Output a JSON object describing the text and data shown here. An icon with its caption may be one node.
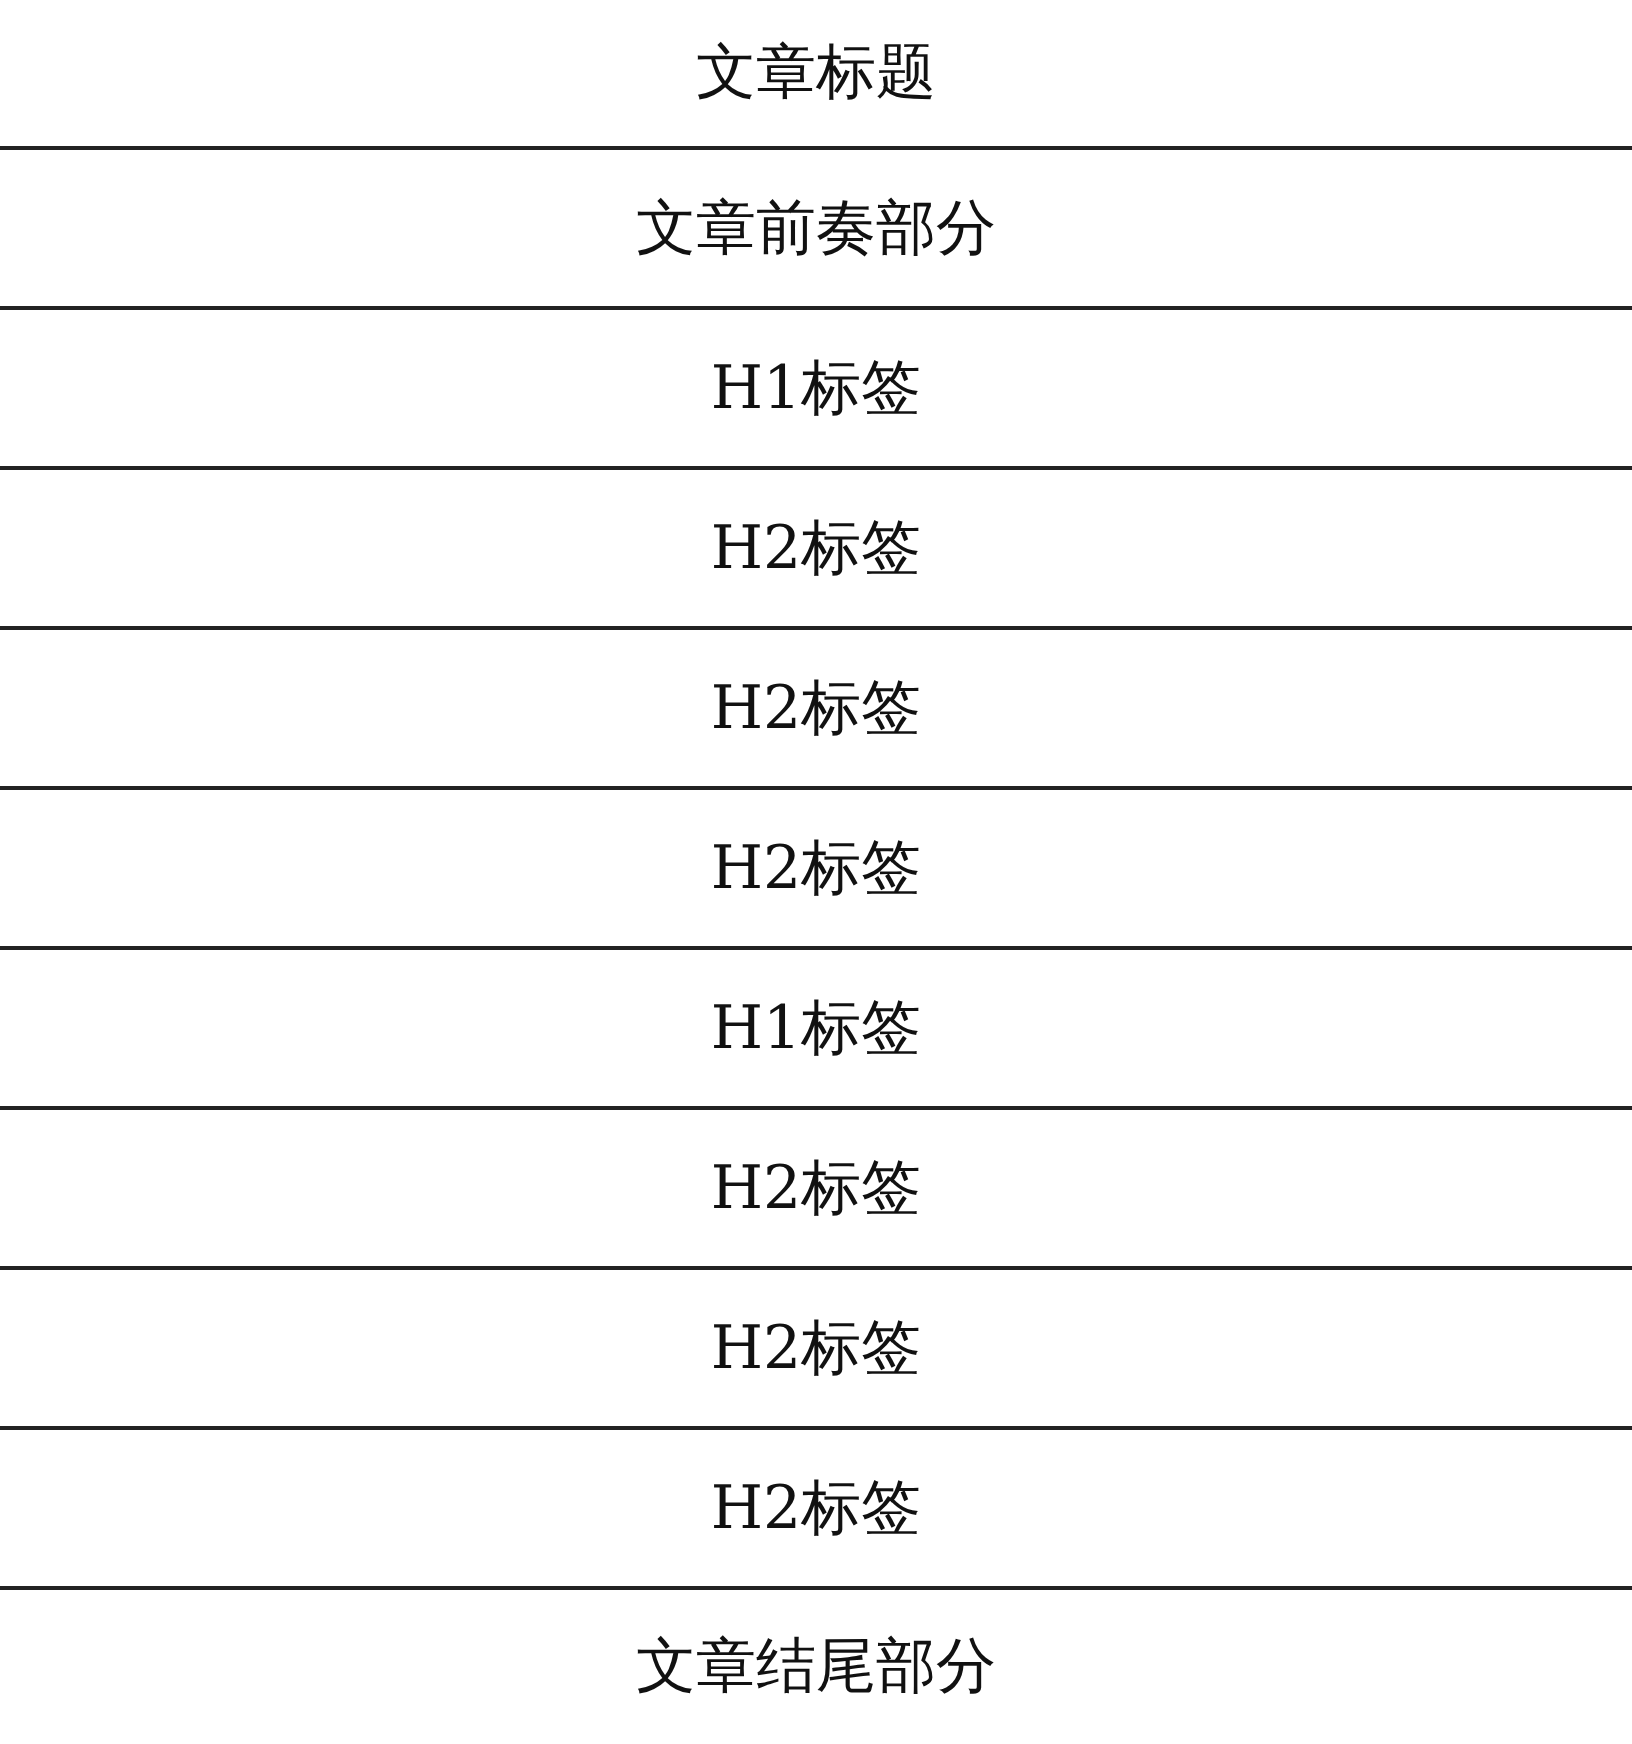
{
  "diagram": {
    "nodes": [
      {
        "text": [
          "文章标题"
        ]
      },
      {
        "text": [
          "文章前奏部分"
        ]
      },
      {
        "text": [
          "H1标签"
        ]
      },
      {
        "text": [
          "H2标签"
        ]
      },
      {
        "text": [
          "H2标签"
        ]
      },
      {
        "text": [
          "H2标签"
        ]
      },
      {
        "text": [
          "H1标签"
        ]
      },
      {
        "text": [
          "H2标签"
        ]
      },
      {
        "text": [
          "H2标签"
        ]
      },
      {
        "text": [
          "H2标签"
        ]
      },
      {
        "text": [
          "文章结尾部分"
        ]
      }
    ]
  }
}
